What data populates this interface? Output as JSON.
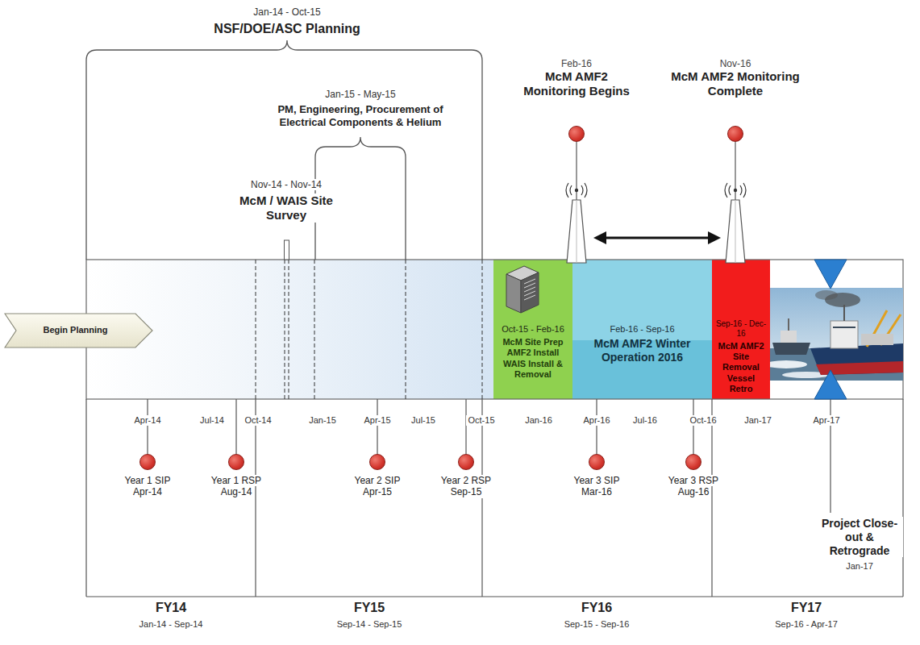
{
  "diagram": {
    "nodes": [
      {
        "text": [
          "Feb-16",
          "McM AMF2 Monitoring Begins"
        ]
      },
      {
        "text": [
          "Nov-16",
          "McM AMF2 Monitoring Complete"
        ]
      },
      {
        "text": [
          "Begin Planning"
        ]
      },
      {
        "text": [
          "Oct-15 - Feb-16",
          "McM Site Prep AMF2 Install WAIS Install & Removal"
        ]
      },
      {
        "text": [
          "Feb-16 - Sep-16",
          "McM AMF2 Winter Operation 2016"
        ]
      },
      {
        "text": [
          "Sep-16 - Dec-16",
          "McM AMF2 Site Removal Vessel Retro"
        ]
      },
      {
        "text": [
          "Year 1 SIP",
          "Apr-14"
        ]
      },
      {
        "text": [
          "Year 1 RSP",
          "Aug-14"
        ]
      },
      {
        "text": [
          "Year 2 SIP",
          "Apr-15"
        ]
      },
      {
        "text": [
          "Year 2 RSP",
          "Sep-15"
        ]
      },
      {
        "text": [
          "Year 3 SIP",
          "Mar-16"
        ]
      },
      {
        "text": [
          "Year 3 RSP",
          "Aug-16"
        ]
      }
    ],
    "labels": [
      "Jan-14 - Oct-15",
      "NSF/DOE/ASC Planning",
      "Jan-15 - May-15",
      "PM, Engineering, Procurement of Electrical Components & Helium",
      "Nov-14 - Nov-14",
      "McM / WAIS Site Survey",
      "Apr-14",
      "Jul-14",
      "Oct-14",
      "Jan-15",
      "Apr-15",
      "Jul-15",
      "Oct-15",
      "Jan-16",
      "Apr-16",
      "Jul-16",
      "Oct-16",
      "Jan-17",
      "Apr-17",
      "Project Close-out & Retrograde",
      "Jan-17",
      "FY14",
      "Jan-14 - Sep-14",
      "FY15",
      "Sep-14 - Sep-15",
      "FY16",
      "Sep-15 - Sep-16",
      "FY17",
      "Sep-16 - Apr-17"
    ]
  }
}
